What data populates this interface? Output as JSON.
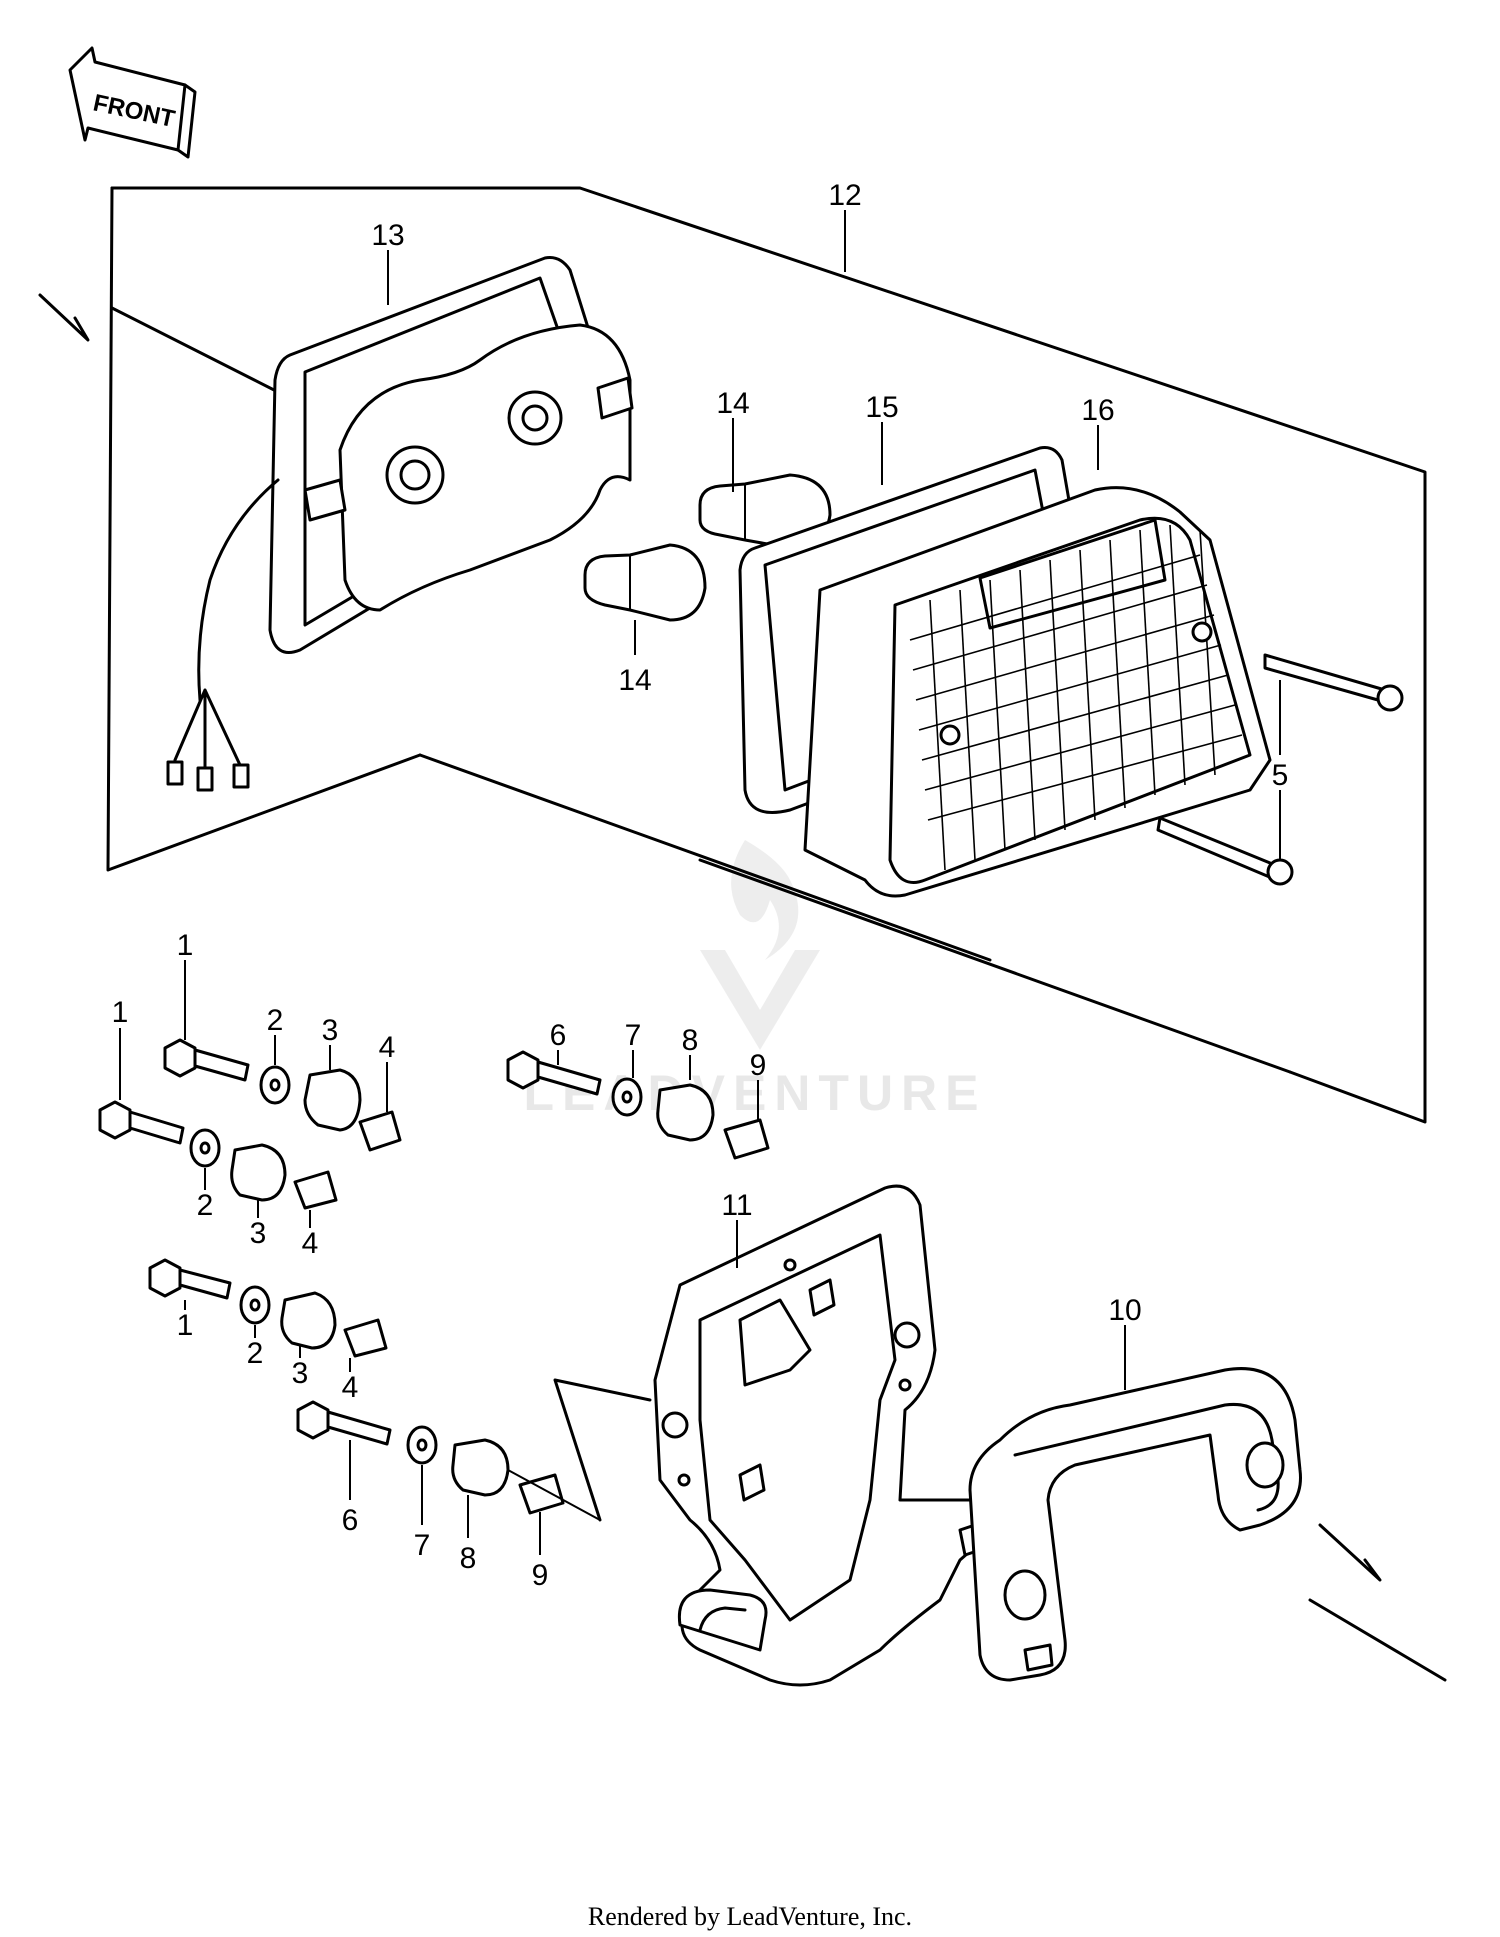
{
  "front_label": "FRONT",
  "labels": {
    "l1a": "1",
    "l1b": "1",
    "l1c": "1",
    "l2a": "2",
    "l2b": "2",
    "l2c": "2",
    "l3a": "3",
    "l3b": "3",
    "l3c": "3",
    "l4a": "4",
    "l4b": "4",
    "l4c": "4",
    "l5": "5",
    "l6a": "6",
    "l6b": "6",
    "l7a": "7",
    "l7b": "7",
    "l8a": "8",
    "l8b": "8",
    "l9a": "9",
    "l9b": "9",
    "l10": "10",
    "l11": "11",
    "l12": "12",
    "l13": "13",
    "l14a": "14",
    "l14b": "14",
    "l15": "15",
    "l16": "16"
  },
  "watermark": "LEADVENTURE",
  "footer": "Rendered by LeadVenture, Inc."
}
